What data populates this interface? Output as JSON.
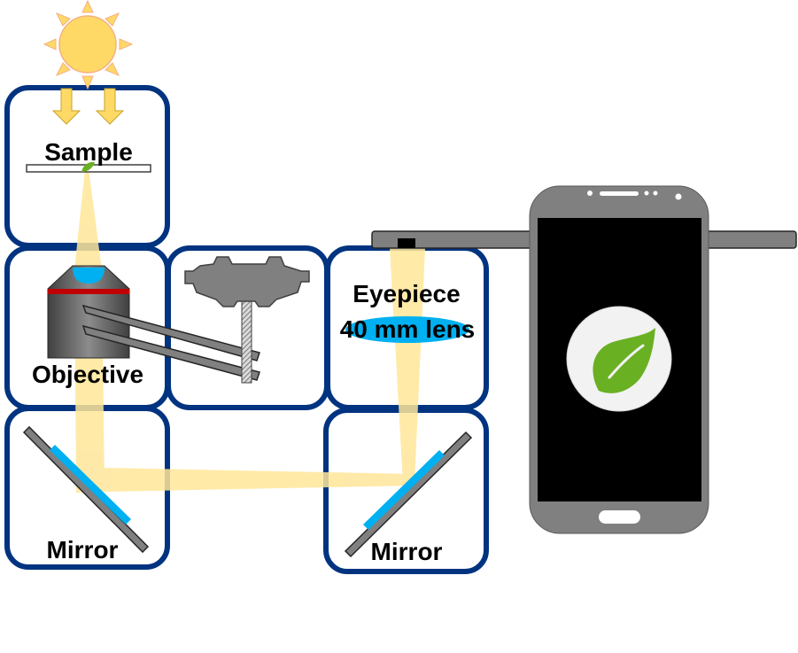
{
  "labels": {
    "sample": "Sample",
    "objective": "Objective",
    "eyepiece": "Eyepiece",
    "lens": "40 mm lens",
    "mirror_left": "Mirror",
    "mirror_right": "Mirror"
  },
  "colors": {
    "box_stroke": "#003380",
    "light_beam": "#FFE699",
    "mirror_coating": "#00B0F0",
    "objective_ring": "#C00000",
    "sun": "#FFD966",
    "sun_stroke": "#F4B183",
    "phone_body": "#808080",
    "screen": "#000000",
    "leaf": "#6AB023"
  },
  "icons": {
    "sun": "sun-icon",
    "arrows": "down-arrow-icon",
    "gear": "focus-gear-icon",
    "app": "leaf-icon"
  }
}
